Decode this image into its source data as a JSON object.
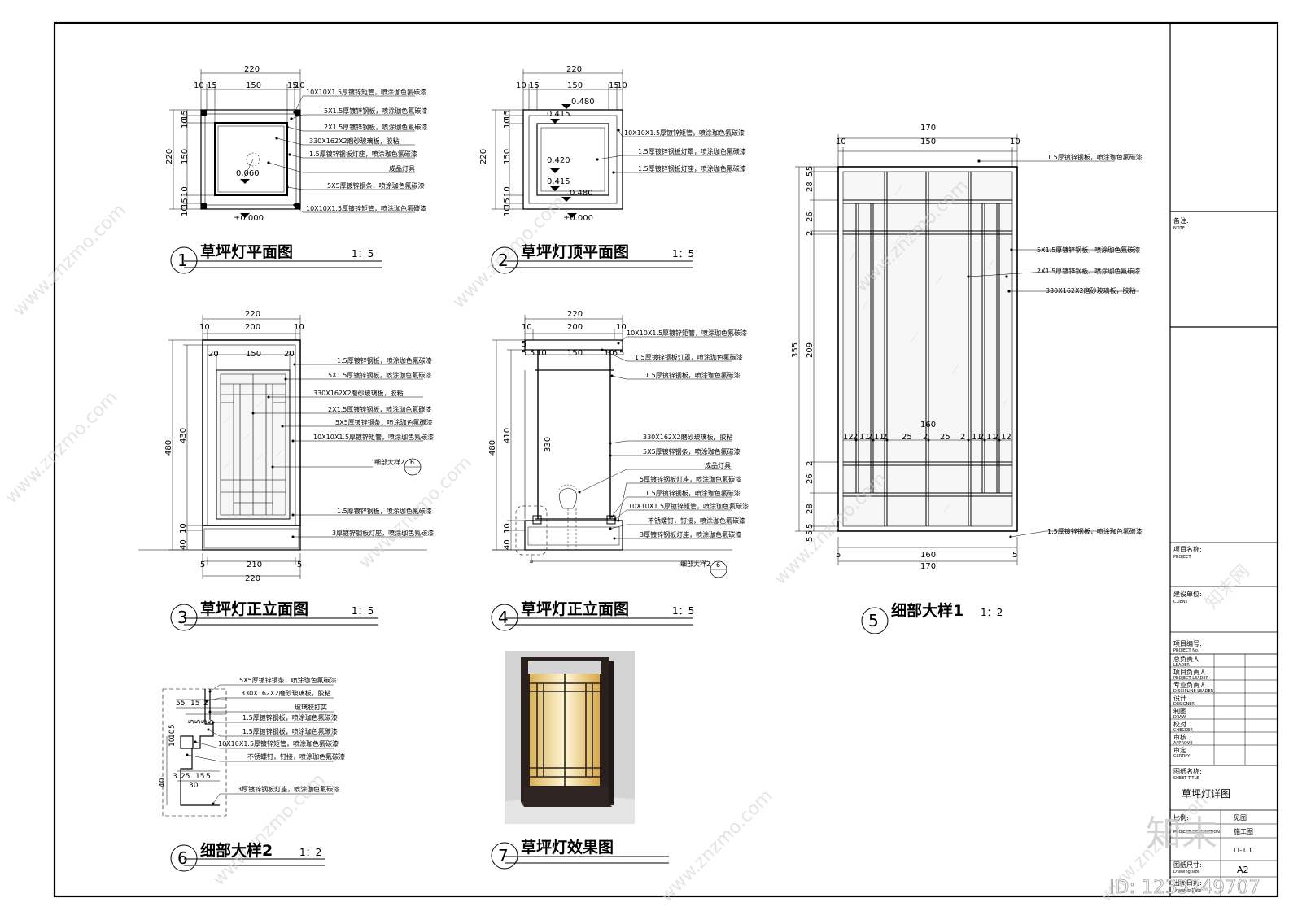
{
  "drawings": {
    "d1": {
      "num": "1",
      "title": "草坪灯平面图",
      "scale": "1：5",
      "dims_top": [
        "220",
        "10",
        "15",
        "150",
        "15",
        "10"
      ],
      "dims_left": [
        "15",
        "10",
        "220",
        "150",
        "10",
        "15",
        "10"
      ],
      "levels": [
        "0.060",
        "±0.000"
      ],
      "notes": [
        "10X10X1.5厚镀锌矩管，喷涂珈色氟碳漆",
        "5X1.5厚镀锌钢板，喷涂珈色氟碳漆",
        "2X1.5厚镀锌钢板，喷涂珈色氟碳漆",
        "330X162X2磨砂玻璃板，胶粘",
        "1.5厚镀锌钢板灯座，喷涂珈色氟碳漆",
        "成品灯具",
        "5X5厚镀锌钢条，喷涂珈色氟碳漆",
        "10X10X1.5厚镀锌矩管，喷涂珈色氟碳漆"
      ]
    },
    "d2": {
      "num": "2",
      "title": "草坪灯顶平面图",
      "scale": "1：5",
      "dims_top": [
        "220",
        "10",
        "15",
        "150",
        "15",
        "10"
      ],
      "dims_left": [
        "15",
        "10",
        "220",
        "150",
        "10",
        "15",
        "10"
      ],
      "levels": [
        "0.480",
        "0.415",
        "0.420",
        "0.415",
        "0.480",
        "±0.000"
      ],
      "notes": [
        "10X10X1.5厚镀锌矩管，喷涂珈色氟碳漆",
        "1.5厚镀锌钢板灯罩，喷涂珈色氟碳漆",
        "1.5厚镀锌钢板灯座，喷涂珈色氟碳漆"
      ]
    },
    "d3": {
      "num": "3",
      "title": "草坪灯正立面图",
      "scale": "1：5",
      "dims_top": [
        "220",
        "10",
        "200",
        "10",
        "20",
        "150",
        "20"
      ],
      "dims_left": [
        "480",
        "430",
        "40",
        "10"
      ],
      "dims_bottom": [
        "5",
        "210",
        "5",
        "220"
      ],
      "notes": [
        "1.5厚镀锌钢板，喷涂珈色氟碳漆",
        "5X1.5厚镀锌钢板，喷涂珈色氟碳漆",
        "330X162X2磨砂玻璃板，胶粘",
        "2X1.5厚镀锌钢板，喷涂珈色氟碳漆",
        "5X5厚镀锌钢条，喷涂珈色氟碳漆",
        "10X10X1.5厚镀锌矩管，喷涂珈色氟碳漆",
        "细部大样2",
        "1.5厚镀锌钢板，喷涂珈色氟碳漆",
        "3厚镀锌钢板灯座，喷涂珈色氟碳漆"
      ],
      "callout": "6"
    },
    "d4": {
      "num": "4",
      "title": "草坪灯正立面图",
      "scale": "1：5",
      "dims_top": [
        "220",
        "10",
        "200",
        "10",
        "5",
        "5",
        "5",
        "10",
        "150",
        "10",
        "5",
        "5"
      ],
      "dims_left": [
        "480",
        "410",
        "330",
        "40",
        "10"
      ],
      "notes": [
        "10X10X1.5厚镀锌矩管，喷涂珈色氟碳漆",
        "1.5厚镀锌钢板灯罩，喷涂珈色氟碳漆",
        "1.5厚镀锌钢板，喷涂珈色氟碳漆",
        "330X162X2磨砂玻璃板，胶粘",
        "5X5厚镀锌钢条，喷涂珈色氟碳漆",
        "成品灯具",
        "5厚镀锌钢板灯座，喷涂珈色氟碳漆",
        "1.5厚镀锌钢板，喷涂珈色氟碳漆",
        "10X10X1.5厚镀锌矩管，喷涂珈色氟碳漆",
        "不锈螺钉，钉接，喷涂珈色氟碳漆",
        "3厚镀锌钢板灯座，喷涂珈色氟碳漆",
        "细部大样2"
      ],
      "callout": "6"
    },
    "d5": {
      "num": "5",
      "title": "细部大样1",
      "scale": "1：2",
      "dims_top": [
        "170",
        "10",
        "150",
        "10"
      ],
      "dims_left": [
        "5",
        "5",
        "28",
        "26",
        "2",
        "355",
        "209",
        "2",
        "26",
        "28",
        "5",
        "5",
        "5"
      ],
      "dims_mid": [
        "160",
        "12",
        "2",
        "11",
        "2",
        "11",
        "2",
        "25",
        "2",
        "25",
        "2",
        "11",
        "2",
        "11",
        "2",
        "12"
      ],
      "dims_bottom": [
        "5",
        "160",
        "5",
        "170"
      ],
      "notes": [
        "1.5厚镀锌钢板，喷涂珈色氟碳漆",
        "5X1.5厚镀锌钢板，喷涂珈色氟碳漆",
        "2X1.5厚镀锌钢板，喷涂珈色氟碳漆",
        "330X162X2磨砂玻璃板，胶粘",
        "1.5厚镀锌钢板，喷涂珈色氟碳漆"
      ]
    },
    "d6": {
      "num": "6",
      "title": "细部大样2",
      "scale": "1：2",
      "dims": [
        "55",
        "15",
        "2",
        "5",
        "5",
        "5",
        "5",
        "10",
        "10",
        "5",
        "40",
        "3",
        "25",
        "15",
        "5",
        "30"
      ],
      "notes": [
        "5X5厚镀锌钢条，喷涂珈色氟碳漆",
        "330X162X2磨砂玻璃板，胶粘",
        "玻璃胶打实",
        "1.5厚镀锌钢板，喷涂珈色氟碳漆",
        "1.5厚镀锌钢板，喷涂珈色氟碳漆",
        "10X10X1.5厚镀锌矩管，喷涂珈色氟碳漆",
        "不锈螺钉，钉接，喷涂珈色氟碳漆",
        "3厚镀锌钢板灯座，喷涂珈色氟碳漆"
      ]
    },
    "d7": {
      "num": "7",
      "title": "草坪灯效果图"
    }
  },
  "title_block": {
    "note_cn": "备注:",
    "note_en": "NOTE",
    "project_cn": "项目名称:",
    "project_en": "PROJECT",
    "client_cn": "建设单位:",
    "client_en": "CLIENT",
    "projno_cn": "项目编号:",
    "projno_en": "PROJECT No.",
    "roles": [
      {
        "cn": "总负责人",
        "en": "LEADER"
      },
      {
        "cn": "项目负责人",
        "en": "PROJECT LEADER"
      },
      {
        "cn": "专业负责人",
        "en": "DISCIPLINE LEADER"
      },
      {
        "cn": "设计",
        "en": "DESIGNER"
      },
      {
        "cn": "制图",
        "en": "DRAW"
      },
      {
        "cn": "校对",
        "en": "CHECKER"
      },
      {
        "cn": "审核",
        "en": "APPROVE"
      },
      {
        "cn": "审定",
        "en": "CERTIFY"
      }
    ],
    "sheet_cn": "图纸名称:",
    "sheet_en": "SHEET TITLE",
    "sheet_title": "草坪灯详图",
    "ratio_cn": "比例:",
    "ratio_val": "见图",
    "desc_en": "PROJECT DESCRIPTION",
    "desc_val": "施工图",
    "dwgno_val": "LT-1.1",
    "size_cn": "图纸尺寸:",
    "size_en": "Drawing size",
    "size_val": "A2",
    "date_cn": "出图日期:",
    "date_en": "Drawing Date"
  },
  "watermarks": {
    "url": "www.znzmo.com",
    "brand": "知末网",
    "logo": "知末",
    "id": "ID: 1233749707"
  }
}
